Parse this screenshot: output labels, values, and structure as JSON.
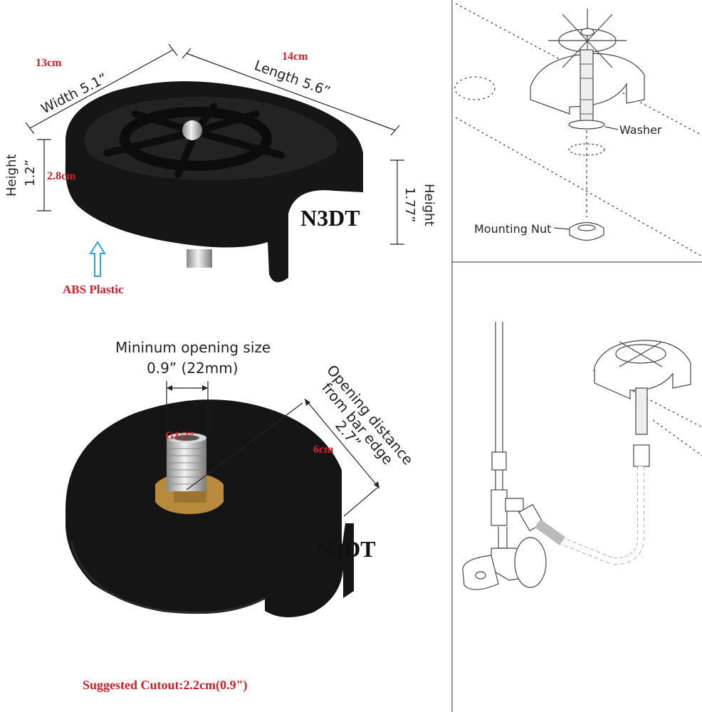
{
  "top_left": {
    "width_cm": "13cm",
    "width_in": "Width 5.1”",
    "length_cm": "14cm",
    "length_in": "Length 5.6”",
    "height_left_word": "Height",
    "height_left_in": "1.2”",
    "height_left_cm": "2.8cm",
    "height_right_word": "Height",
    "height_right_in": "1.77”",
    "brand": "N3DT",
    "material": "ABS Plastic"
  },
  "bottom_left": {
    "opening_label": "Mininum opening size",
    "opening_value": "0.9” (22mm)",
    "thread": "G1/2”",
    "distance_line1": "Opening distance",
    "distance_line2": "from bar edge",
    "distance_in": "2.7”",
    "distance_cm": "6cm",
    "brand": "N3DT",
    "cutout": "Suggested Cutout:2.2cm(0.9\")"
  },
  "top_right": {
    "washer": "Washer",
    "mounting_nut": "Mounting Nut"
  },
  "colors": {
    "dimension_red": "#d0202a",
    "body_black": "#151515",
    "arrow_blue": "#2aa4d8",
    "brass": "#b88a3e"
  }
}
